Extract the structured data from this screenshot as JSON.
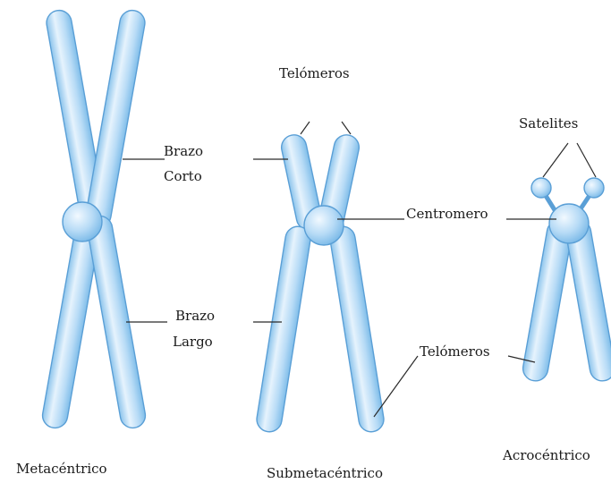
{
  "labels": {
    "telomeros_top": "Telómeros",
    "brazo_corto_1": "Brazo",
    "brazo_corto_2": "Corto",
    "centromero": "Centromero",
    "satelites": "Satelites",
    "brazo_largo_1": "Brazo",
    "brazo_largo_2": "Largo",
    "telomeros_bottom": "Telómeros"
  },
  "types": {
    "metacentrico": "Metacéntrico",
    "submetacentrico": "Submetacéntrico",
    "acrocentrico": "Acrocéntrico"
  },
  "colors": {
    "arm_light": "#e6f3fd",
    "arm_mid": "#b7dbf6",
    "arm_dark": "#7fbde9",
    "outline": "#5a9fd6"
  }
}
